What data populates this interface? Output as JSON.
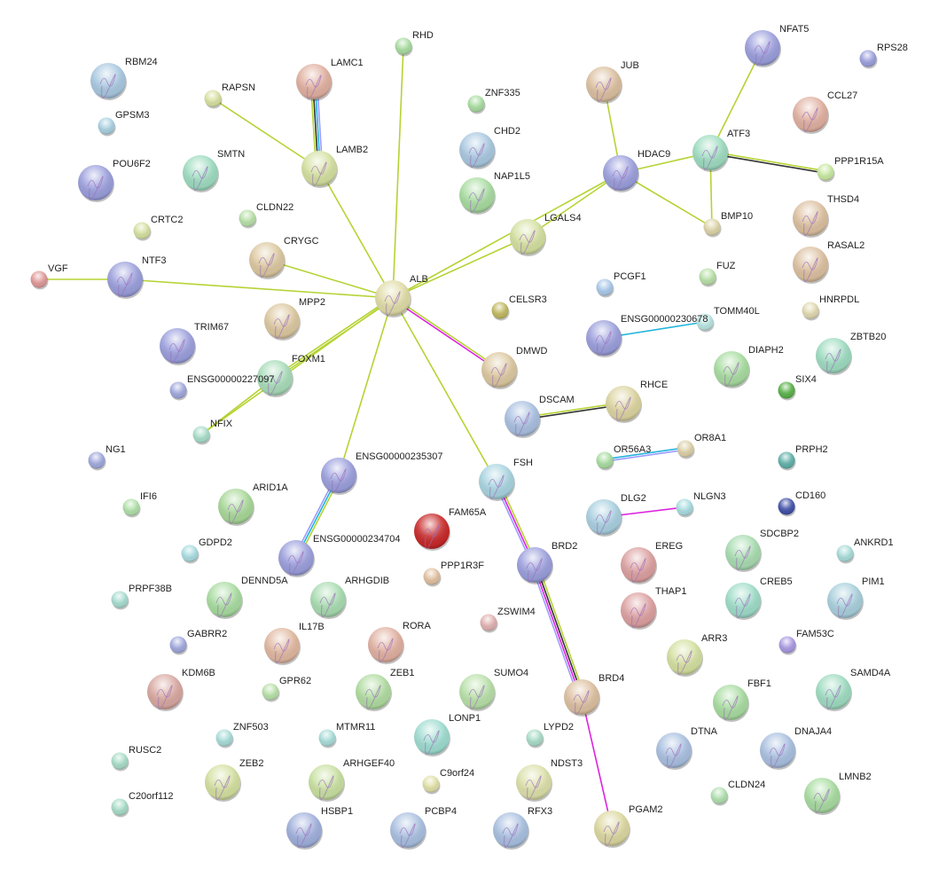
{
  "nodes": [
    {
      "label": "RHD",
      "color": "#a8dca0",
      "structure": false
    },
    {
      "label": "RBM24",
      "color": "#a9c8e0",
      "structure": true
    },
    {
      "label": "LAMC1",
      "color": "#e0b0a0",
      "structure": true
    },
    {
      "label": "RAPSN",
      "color": "#d8e0a0",
      "structure": false
    },
    {
      "label": "ZNF335",
      "color": "#a8dca0",
      "structure": false
    },
    {
      "label": "JUB",
      "color": "#dcc0a0",
      "structure": true
    },
    {
      "label": "NFAT5",
      "color": "#9b9fdc",
      "structure": true
    },
    {
      "label": "RPS28",
      "color": "#9b9fdc",
      "structure": false
    },
    {
      "label": "CCL27",
      "color": "#e0b0a0",
      "structure": true
    },
    {
      "label": "GPSM3",
      "color": "#a8d0e0",
      "structure": false
    },
    {
      "label": "CHD2",
      "color": "#a9c8e0",
      "structure": true
    },
    {
      "label": "SMTN",
      "color": "#9edcc0",
      "structure": true
    },
    {
      "label": "LAMB2",
      "color": "#d4e0a0",
      "structure": true
    },
    {
      "label": "HDAC9",
      "color": "#9b9fdc",
      "structure": true
    },
    {
      "label": "ATF3",
      "color": "#9edcc0",
      "structure": true
    },
    {
      "label": "PPP1R15A",
      "color": "#c8e8a0",
      "structure": false
    },
    {
      "label": "POU6F2",
      "color": "#9b9fdc",
      "structure": true
    },
    {
      "label": "NAP1L5",
      "color": "#a8dca0",
      "structure": true
    },
    {
      "label": "CLDN22",
      "color": "#b8e0a8",
      "structure": false
    },
    {
      "label": "CRTC2",
      "color": "#d4e0a0",
      "structure": false
    },
    {
      "label": "LGALS4",
      "color": "#d4e0a0",
      "structure": true
    },
    {
      "label": "BMP10",
      "color": "#dcd4a8",
      "structure": false
    },
    {
      "label": "THSD4",
      "color": "#dcc0a0",
      "structure": true
    },
    {
      "label": "CRYGC",
      "color": "#dcc8a0",
      "structure": true
    },
    {
      "label": "RASAL2",
      "color": "#dcc0a0",
      "structure": true
    },
    {
      "label": "VGF",
      "color": "#e09898",
      "structure": false
    },
    {
      "label": "NTF3",
      "color": "#9b9fdc",
      "structure": true
    },
    {
      "label": "FUZ",
      "color": "#b8e0a8",
      "structure": false
    },
    {
      "label": "PCGF1",
      "color": "#a9c8e8",
      "structure": false
    },
    {
      "label": "ALB",
      "color": "#e0dca8",
      "structure": true
    },
    {
      "label": "CELSR3",
      "color": "#c0b860",
      "structure": false
    },
    {
      "label": "HNRPDL",
      "color": "#e0d8b0",
      "structure": false
    },
    {
      "label": "MPP2",
      "color": "#dcc8a0",
      "structure": true
    },
    {
      "label": "ENSG00000230678",
      "color": "#9b9fdc",
      "structure": true
    },
    {
      "label": "TOMM40L",
      "color": "#b8e4e0",
      "structure": false
    },
    {
      "label": "TRIM67",
      "color": "#9b9fdc",
      "structure": true
    },
    {
      "label": "ZBTB20",
      "color": "#9edcc0",
      "structure": true
    },
    {
      "label": "DMWD",
      "color": "#dcc8a0",
      "structure": true
    },
    {
      "label": "DIAPH2",
      "color": "#a8dca0",
      "structure": true
    },
    {
      "label": "FOXM1",
      "color": "#a8dcb8",
      "structure": true
    },
    {
      "label": "ENSG00000227097",
      "color": "#a0a8dc",
      "structure": false
    },
    {
      "label": "SIX4",
      "color": "#58b048",
      "structure": false
    },
    {
      "label": "DSCAM",
      "color": "#a9c0e0",
      "structure": true
    },
    {
      "label": "RHCE",
      "color": "#dcd4a0",
      "structure": true
    },
    {
      "label": "NFIX",
      "color": "#a8dcc8",
      "structure": false
    },
    {
      "label": "NG1",
      "color": "#a0a8dc",
      "structure": false
    },
    {
      "label": "OR8A1",
      "color": "#dcd0a8",
      "structure": false
    },
    {
      "label": "OR56A3",
      "color": "#a8dca0",
      "structure": false
    },
    {
      "label": "PRPH2",
      "color": "#60b0a8",
      "structure": false
    },
    {
      "label": "ENSG00000235307",
      "color": "#9b9fdc",
      "structure": true
    },
    {
      "label": "FSH",
      "color": "#a8d4e0",
      "structure": true
    },
    {
      "label": "ARID1A",
      "color": "#a8d898",
      "structure": true
    },
    {
      "label": "IFI6",
      "color": "#b0e0a8",
      "structure": false
    },
    {
      "label": "FAM65A",
      "color": "#c82828",
      "structure": true
    },
    {
      "label": "CD160",
      "color": "#4050a8",
      "structure": false
    },
    {
      "label": "DLG2",
      "color": "#a9d0e0",
      "structure": true
    },
    {
      "label": "NLGN3",
      "color": "#a8dce0",
      "structure": false
    },
    {
      "label": "GDPD2",
      "color": "#a8dce0",
      "structure": false
    },
    {
      "label": "ENSG00000234704",
      "color": "#9b9fdc",
      "structure": true
    },
    {
      "label": "BRD2",
      "color": "#9b9fdc",
      "structure": true
    },
    {
      "label": "SDCBP2",
      "color": "#a8dcb0",
      "structure": true
    },
    {
      "label": "ANKRD1",
      "color": "#a8dcd8",
      "structure": false
    },
    {
      "label": "EREG",
      "color": "#dca0a0",
      "structure": true
    },
    {
      "label": "PPP1R3F",
      "color": "#e0c0a0",
      "structure": false
    },
    {
      "label": "PRPF38B",
      "color": "#a8dcd0",
      "structure": false
    },
    {
      "label": "DENND5A",
      "color": "#a8dca0",
      "structure": true
    },
    {
      "label": "ARHGDIB",
      "color": "#a8dcb0",
      "structure": true
    },
    {
      "label": "CREB5",
      "color": "#9edcc8",
      "structure": true
    },
    {
      "label": "PIM1",
      "color": "#a8d0dc",
      "structure": true
    },
    {
      "label": "THAP1",
      "color": "#dca0a0",
      "structure": true
    },
    {
      "label": "ZSWIM4",
      "color": "#e0b0b0",
      "structure": false
    },
    {
      "label": "GABRR2",
      "color": "#a0a8dc",
      "structure": false
    },
    {
      "label": "IL17B",
      "color": "#e0b8a0",
      "structure": true
    },
    {
      "label": "RORA",
      "color": "#e0b0a0",
      "structure": true
    },
    {
      "label": "FAM53C",
      "color": "#a898e0",
      "structure": false
    },
    {
      "label": "ARR3",
      "color": "#d4e0a0",
      "structure": true
    },
    {
      "label": "KDM6B",
      "color": "#d8a8a0",
      "structure": true
    },
    {
      "label": "GPR62",
      "color": "#b8e0a8",
      "structure": false
    },
    {
      "label": "ZEB1",
      "color": "#b0dca0",
      "structure": true
    },
    {
      "label": "SUMO4",
      "color": "#b8e0a8",
      "structure": true
    },
    {
      "label": "BRD4",
      "color": "#dcc0a0",
      "structure": true
    },
    {
      "label": "FBF1",
      "color": "#a8dca0",
      "structure": true
    },
    {
      "label": "SAMD4A",
      "color": "#9edcc0",
      "structure": true
    },
    {
      "label": "ZNF503",
      "color": "#a8dcd8",
      "structure": false
    },
    {
      "label": "MTMR11",
      "color": "#a8dcd8",
      "structure": false
    },
    {
      "label": "LONP1",
      "color": "#9edcd0",
      "structure": true
    },
    {
      "label": "LYPD2",
      "color": "#a8dcc8",
      "structure": false
    },
    {
      "label": "DTNA",
      "color": "#a9c0e0",
      "structure": true
    },
    {
      "label": "DNAJA4",
      "color": "#a9c0e0",
      "structure": true
    },
    {
      "label": "RUSC2",
      "color": "#a8dcc8",
      "structure": false
    },
    {
      "label": "ZEB2",
      "color": "#d4e0a0",
      "structure": true
    },
    {
      "label": "ARHGEF40",
      "color": "#c8e0a0",
      "structure": true
    },
    {
      "label": "C9orf24",
      "color": "#e0e0a8",
      "structure": false
    },
    {
      "label": "NDST3",
      "color": "#dce0a8",
      "structure": true
    },
    {
      "label": "CLDN24",
      "color": "#b0e0b0",
      "structure": false
    },
    {
      "label": "LMNB2",
      "color": "#a8dca0",
      "structure": true
    },
    {
      "label": "C20orf112",
      "color": "#a8dcc8",
      "structure": false
    },
    {
      "label": "HSBP1",
      "color": "#a0b0dc",
      "structure": true
    },
    {
      "label": "PCBP4",
      "color": "#a9c0e0",
      "structure": true
    },
    {
      "label": "RFX3",
      "color": "#a9c0e0",
      "structure": true
    },
    {
      "label": "PGAM2",
      "color": "#dcd8a0",
      "structure": true
    }
  ],
  "edge_colors": {
    "textmining": "#b5d334",
    "coexpression": "#333333",
    "homology": "#9c9cff",
    "experiments": "#dd22dd",
    "databases": "#22b4dc"
  },
  "edges": [
    {
      "source": "ALB",
      "target": "RHD",
      "types": [
        "textmining"
      ]
    },
    {
      "source": "ALB",
      "target": "LAMB2",
      "types": [
        "textmining"
      ]
    },
    {
      "source": "LAMB2",
      "target": "RAPSN",
      "types": [
        "textmining"
      ]
    },
    {
      "source": "LAMB2",
      "target": "LAMC1",
      "types": [
        "textmining",
        "coexpression",
        "databases",
        "homology"
      ]
    },
    {
      "source": "ALB",
      "target": "NTF3",
      "types": [
        "textmining"
      ]
    },
    {
      "source": "NTF3",
      "target": "VGF",
      "types": [
        "textmining"
      ]
    },
    {
      "source": "ALB",
      "target": "CRYGC",
      "types": [
        "textmining"
      ]
    },
    {
      "source": "ALB",
      "target": "LGALS4",
      "types": [
        "textmining"
      ]
    },
    {
      "source": "ALB",
      "target": "HDAC9",
      "types": [
        "textmining"
      ]
    },
    {
      "source": "LGALS4",
      "target": "HDAC9",
      "types": [
        "textmining"
      ]
    },
    {
      "source": "HDAC9",
      "target": "JUB",
      "types": [
        "textmining"
      ]
    },
    {
      "source": "HDAC9",
      "target": "ATF3",
      "types": [
        "textmining"
      ]
    },
    {
      "source": "HDAC9",
      "target": "BMP10",
      "types": [
        "textmining"
      ]
    },
    {
      "source": "ATF3",
      "target": "NFAT5",
      "types": [
        "textmining"
      ]
    },
    {
      "source": "ATF3",
      "target": "BMP10",
      "types": [
        "textmining"
      ]
    },
    {
      "source": "ATF3",
      "target": "PPP1R15A",
      "types": [
        "textmining",
        "coexpression"
      ]
    },
    {
      "source": "ALB",
      "target": "DMWD",
      "types": [
        "textmining",
        "experiments"
      ]
    },
    {
      "source": "ALB",
      "target": "FOXM1",
      "types": [
        "textmining",
        "textmining"
      ]
    },
    {
      "source": "ALB",
      "target": "NFIX",
      "types": [
        "textmining"
      ]
    },
    {
      "source": "FOXM1",
      "target": "NFIX",
      "types": [
        "textmining"
      ]
    },
    {
      "source": "ALB",
      "target": "ENSG00000235307",
      "types": [
        "textmining"
      ]
    },
    {
      "source": "ALB",
      "target": "FSH",
      "types": [
        "textmining"
      ]
    },
    {
      "source": "ENSG00000235307",
      "target": "ENSG00000234704",
      "types": [
        "textmining",
        "databases",
        "homology"
      ]
    },
    {
      "source": "FSH",
      "target": "BRD2",
      "types": [
        "textmining",
        "experiments",
        "homology"
      ]
    },
    {
      "source": "BRD2",
      "target": "BRD4",
      "types": [
        "textmining",
        "coexpression",
        "experiments",
        "homology"
      ]
    },
    {
      "source": "BRD4",
      "target": "PGAM2",
      "types": [
        "experiments"
      ]
    },
    {
      "source": "DSCAM",
      "target": "RHCE",
      "types": [
        "textmining",
        "coexpression"
      ]
    },
    {
      "source": "ENSG00000230678",
      "target": "TOMM40L",
      "types": [
        "databases"
      ]
    },
    {
      "source": "OR56A3",
      "target": "OR8A1",
      "types": [
        "databases",
        "homology"
      ]
    },
    {
      "source": "DLG2",
      "target": "NLGN3",
      "types": [
        "experiments"
      ]
    }
  ]
}
